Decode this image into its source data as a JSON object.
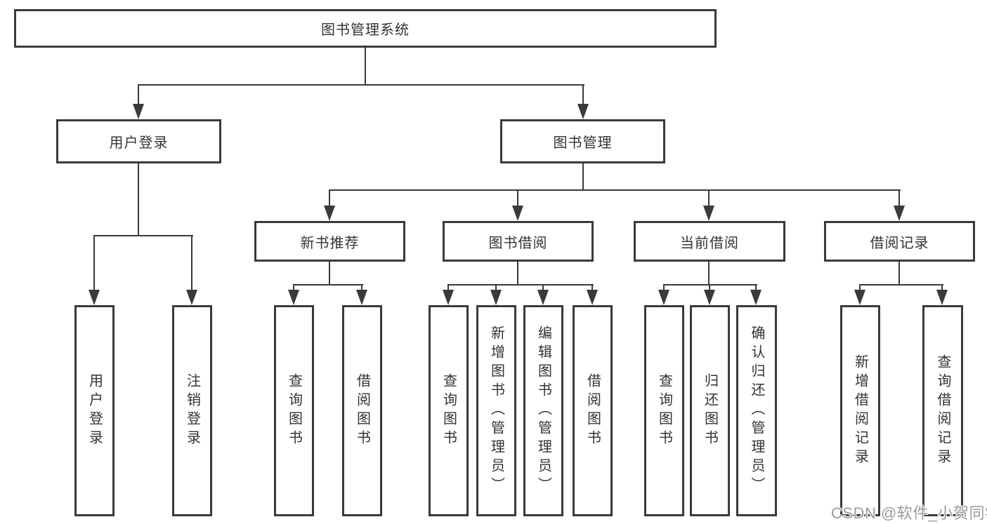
{
  "tree": {
    "root": "图书管理系统",
    "level1": {
      "user_login": "用户登录",
      "book_management": "图书管理"
    },
    "level2": {
      "new_book_recommend": "新书推荐",
      "book_borrowing": "图书借阅",
      "current_borrowing": "当前借阅",
      "borrowing_records": "借阅记录"
    },
    "leaves": {
      "user_login": "用户登录",
      "logout": "注销登录",
      "nbr_query_books": "查询图书",
      "nbr_borrow_books": "借阅图书",
      "bb_query_books": "查询图书",
      "bb_add_books_admin": "新增图书（管理员）",
      "bb_edit_books_admin": "编辑图书（管理员）",
      "bb_borrow_books": "借阅图书",
      "cb_query_books": "查询图书",
      "cb_return_books": "归还图书",
      "cb_confirm_return_admin": "确认归还（管理员）",
      "br_add_record": "新增借阅记录",
      "br_query_record": "查询借阅记录"
    }
  },
  "watermark": "CSDN @软件_小贺同学",
  "colors": {
    "line": "#3a3a3a",
    "text": "#333333",
    "watermark": "#9b9b9b",
    "background": "#ffffff"
  }
}
